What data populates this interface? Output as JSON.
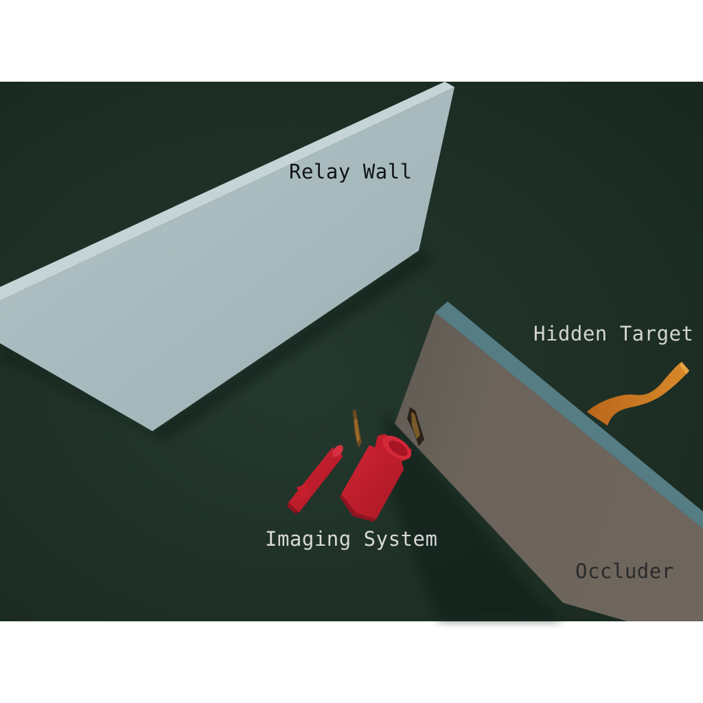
{
  "scene": {
    "colors": {
      "page_background": "#ffffff",
      "floor": "#1c3128",
      "floor_center": "#24382f",
      "relay_wall_face": "#a4b7bb",
      "relay_wall_top": "#c6d4d7",
      "occluder_face": "#6b635b",
      "occluder_top": "#567c84",
      "imaging_system": "#b71c2a",
      "hidden_target": "#c8741e"
    },
    "labels": {
      "relay_wall": "Relay Wall",
      "hidden_target": "Hidden Target",
      "imaging_system": "Imaging System",
      "occluder": "Occluder"
    },
    "label_colors": {
      "relay_wall": "#101418",
      "hidden_target": "#d4d4d4",
      "imaging_system": "#d8d8d8",
      "occluder": "#2a2a2a"
    }
  }
}
